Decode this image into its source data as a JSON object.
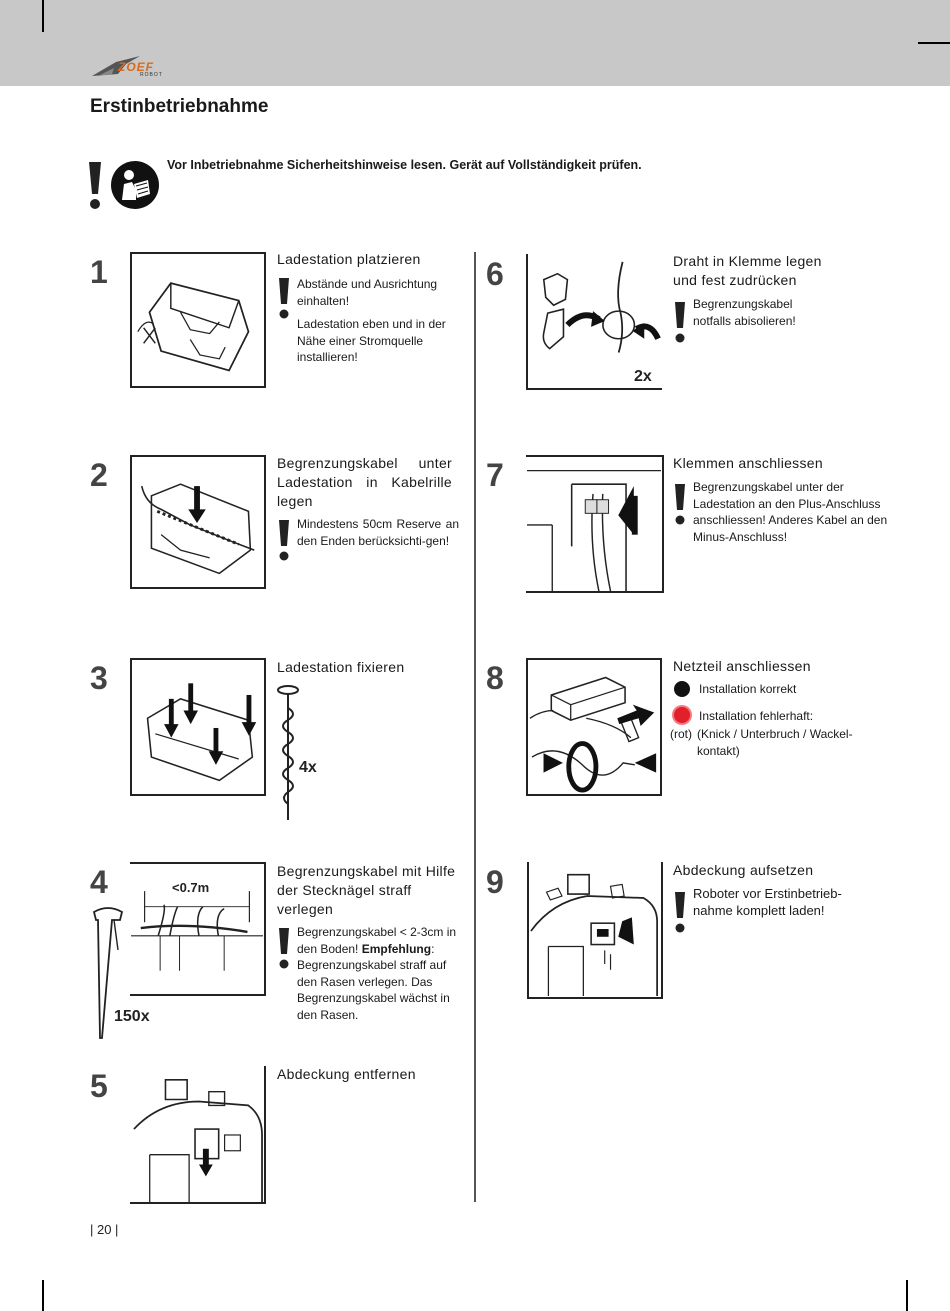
{
  "brand": {
    "logo_text": "ZOEF",
    "logo_sub": "ROBOT",
    "accent": "#d76b1e"
  },
  "page": {
    "title": "Erstinbetriebnahme",
    "number": "| 20 |"
  },
  "safety": {
    "text": "Vor Inbetriebnahme Sicherheitshinweise lesen. Gerät auf Vollständigkeit prüfen.",
    "icon": "read-manual-icon"
  },
  "steps": [
    {
      "num": "1",
      "title": "Ladestation platzieren",
      "notes": [
        "Abstände und Ausrichtung einhalten!",
        "Ladestation eben und in der Nähe einer Stromquelle installieren!"
      ]
    },
    {
      "num": "2",
      "title": "Begrenzungskabel unter Ladestation in Kabelrille legen",
      "notes": [
        "Mindestens 50cm Reserve an den Enden berücksichti-gen!"
      ]
    },
    {
      "num": "3",
      "title": "Ladestation fixieren",
      "qty": "4x"
    },
    {
      "num": "4",
      "title": "Begrenzungskabel mit Hilfe der Stecknägel straff verlegen",
      "note_a": "Begrenzungskabel < 2-3cm in den Boden! ",
      "note_bold": "Empfehlung",
      "note_b": ": Begrenzungskabel straff auf den Rasen verlegen. Das Begrenzungskabel wächst in den Rasen.",
      "distance": "<0.7m",
      "qty": "150x"
    },
    {
      "num": "5",
      "title": "Abdeckung entfernen"
    },
    {
      "num": "6",
      "title": "Draht in Klemme legen und fest zudrücken",
      "notes": [
        "Begrenzungskabel notfalls abisolieren!"
      ],
      "qty": "2x"
    },
    {
      "num": "7",
      "title": "Klemmen anschliessen",
      "notes": [
        "Begrenzungskabel unter der Ladestation an den Plus-Anschluss anschliessen! Anderes Kabel an den Minus-Anschluss!"
      ]
    },
    {
      "num": "8",
      "title": "Netzteil anschliessen",
      "ok": "Installation korrekt",
      "bad": "Installation fehlerhaft:",
      "bad_prefix": "(rot)",
      "bad_detail": "(Knick / Unterbruch / Wackel-kontakt)",
      "ok_color": "#111111",
      "bad_color": "#e0202a"
    },
    {
      "num": "9",
      "title": "Abdeckung aufsetzen",
      "notes": [
        "Roboter vor Erstinbetrieb-nahme komplett laden!"
      ]
    }
  ]
}
